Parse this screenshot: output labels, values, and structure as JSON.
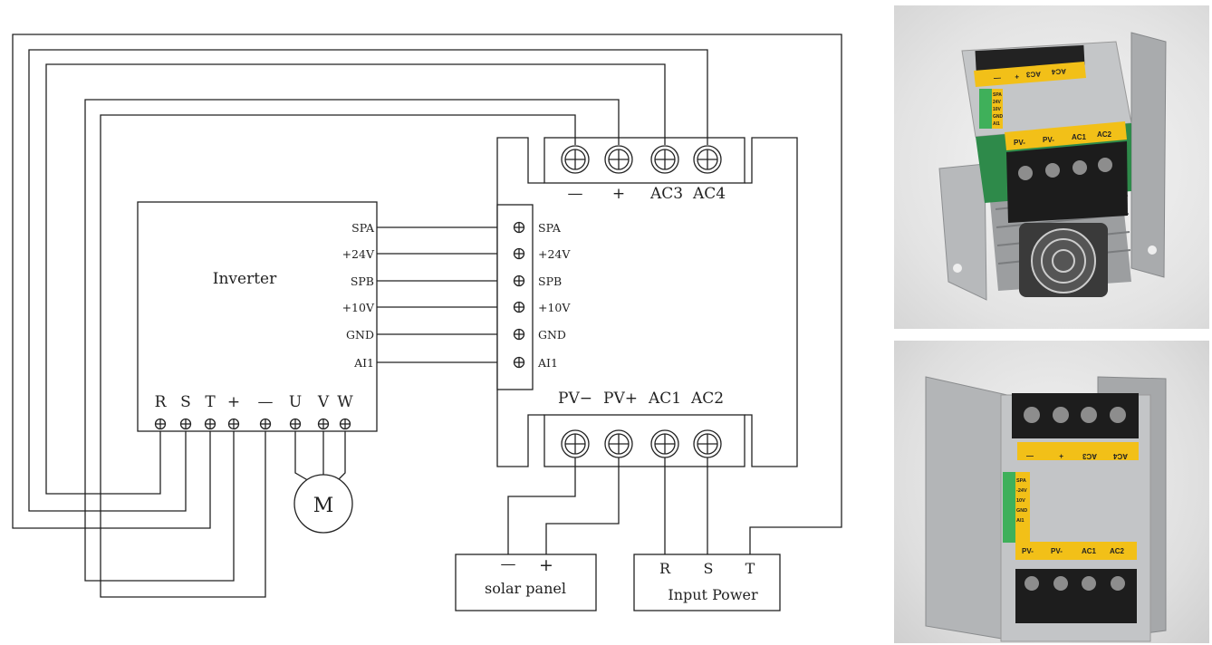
{
  "inverter": {
    "title": "Inverter",
    "signal_pins": [
      "SPA",
      "+24V",
      "SPB",
      "+10V",
      "GND",
      "AI1"
    ],
    "power_terminals": [
      "R",
      "S",
      "T",
      "+",
      "—",
      "U",
      "V",
      "W"
    ]
  },
  "motor": {
    "label": "M"
  },
  "module": {
    "top_terminals": [
      "—",
      "+",
      "AC3",
      "AC4"
    ],
    "signal_terminals": [
      "SPA",
      "+24V",
      "SPB",
      "+10V",
      "GND",
      "AI1"
    ],
    "bottom_terminals": [
      "PV−",
      "PV+",
      "AC1",
      "AC2"
    ]
  },
  "solar_panel": {
    "label": "solar panel",
    "minus": "—",
    "plus": "+"
  },
  "input_power": {
    "label": "Input Power",
    "terminals": [
      "R",
      "S",
      "T"
    ]
  },
  "photos": {
    "top": {
      "top_strip": [
        "—",
        "+",
        "AC3",
        "AC4"
      ],
      "bottom_strip": [
        "PV-",
        "PV-",
        "AC1",
        "AC2"
      ],
      "side_strip": [
        "SPA",
        "24V",
        "10V",
        "GND",
        "AI1"
      ]
    },
    "bottom": {
      "top_strip": [
        "—",
        "+",
        "AC3",
        "AC4"
      ],
      "bottom_strip": [
        "PV-",
        "PV-",
        "AC1",
        "AC2"
      ],
      "side_strip": [
        "SPA",
        "-24V",
        "10V",
        "GND",
        "AI1"
      ]
    }
  }
}
